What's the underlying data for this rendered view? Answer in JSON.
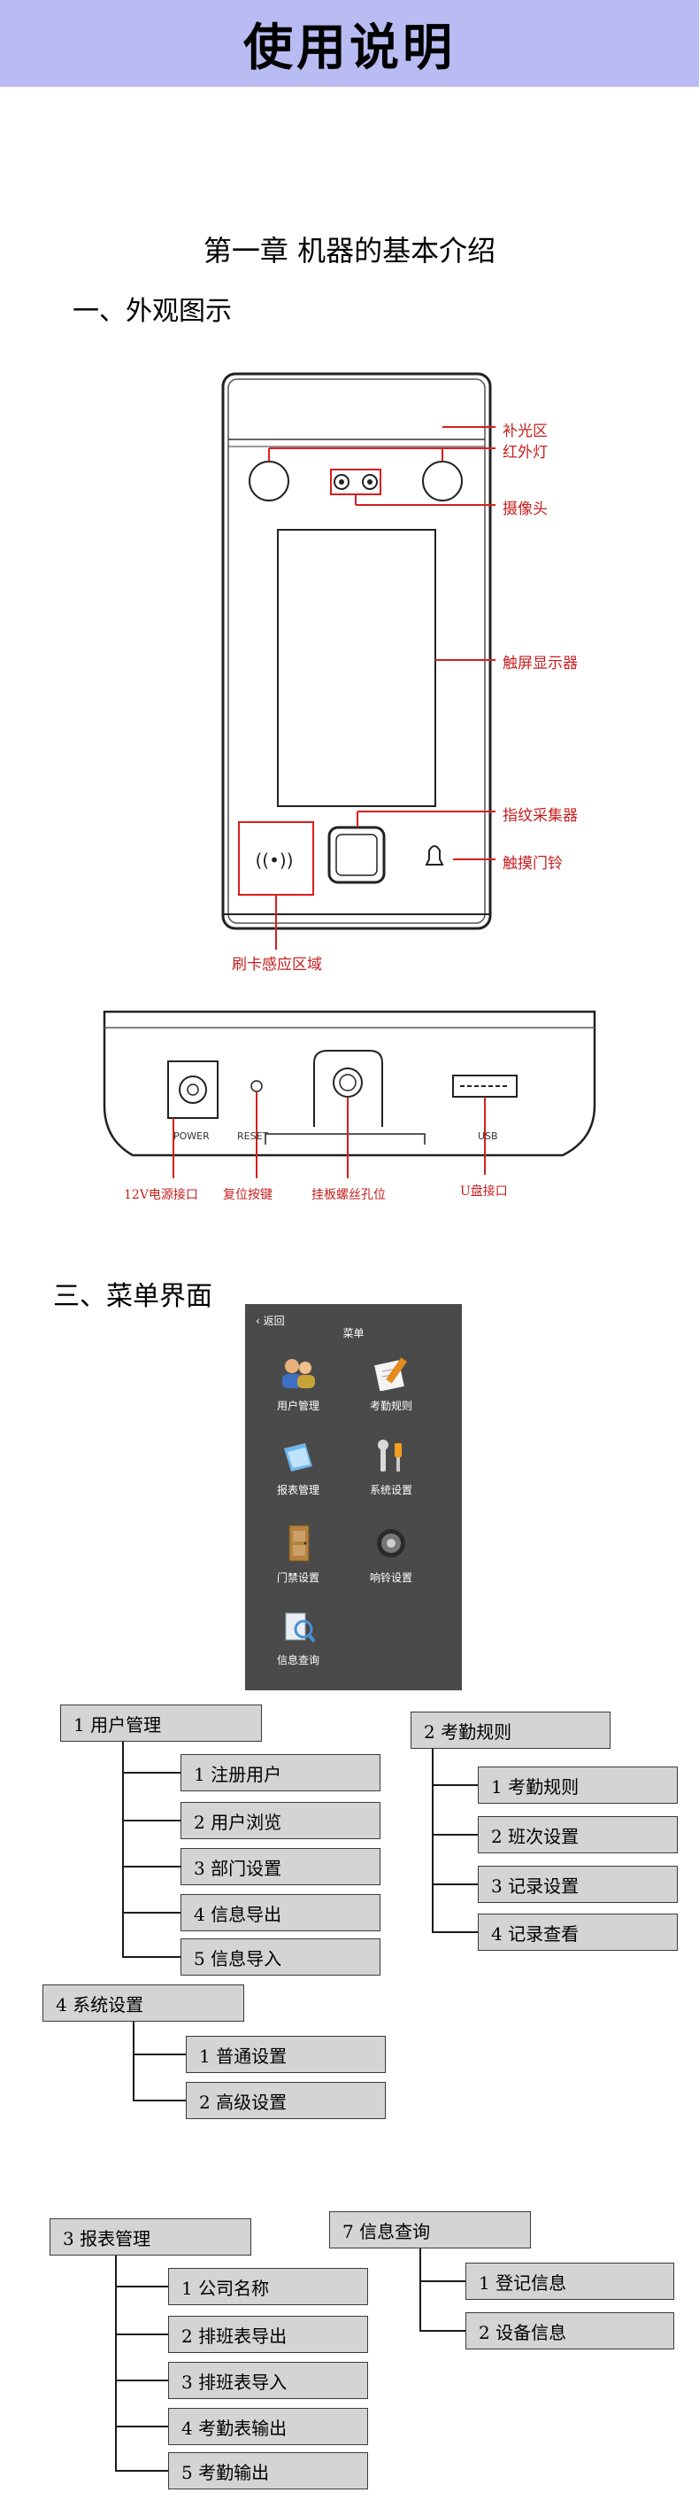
{
  "header": {
    "title": "使用说明"
  },
  "chapter": {
    "title": "第一章  机器的基本介绍"
  },
  "section1": {
    "title": "一、外观图示"
  },
  "front_labels": {
    "fill_light": "补光区",
    "ir_light": "红外灯",
    "camera": "摄像头",
    "touchscreen": "触屏显示器",
    "fingerprint": "指纹采集器",
    "doorbell": "触摸门铃",
    "card_area": "刷卡感应区域"
  },
  "bottom_labels": {
    "power_port": "12V电源接口",
    "reset_key": "复位按键",
    "mount_hole": "挂板螺丝孔位",
    "usb_port": "U盘接口",
    "print_power": "POWER",
    "print_reset": "RESET",
    "print_usb": "USB"
  },
  "section3": {
    "title": "三、菜单界面"
  },
  "menu_screen": {
    "back": "返回",
    "title": "菜单",
    "items": [
      "用户管理",
      "考勤规则",
      "报表管理",
      "系统设置",
      "门禁设置",
      "响铃设置",
      "信息查询"
    ]
  },
  "tree": {
    "user_mgmt": {
      "root": "1 用户管理",
      "children": [
        "1 注册用户",
        "2 用户浏览",
        "3 部门设置",
        "4 信息导出",
        "5 信息导入"
      ]
    },
    "attendance": {
      "root": "2 考勤规则",
      "children": [
        "1 考勤规则",
        "2 班次设置",
        "3 记录设置",
        "4 记录查看"
      ]
    },
    "system": {
      "root": "4 系统设置",
      "children": [
        "1 普通设置",
        "2 高级设置"
      ]
    },
    "report": {
      "root": "3 报表管理",
      "children": [
        "1 公司名称",
        "2 排班表导出",
        "3 排班表导入",
        "4 考勤表输出",
        "5 考勤输出"
      ]
    },
    "info": {
      "root": "7 信息查询",
      "children": [
        "1 登记信息",
        "2 设备信息"
      ]
    }
  }
}
